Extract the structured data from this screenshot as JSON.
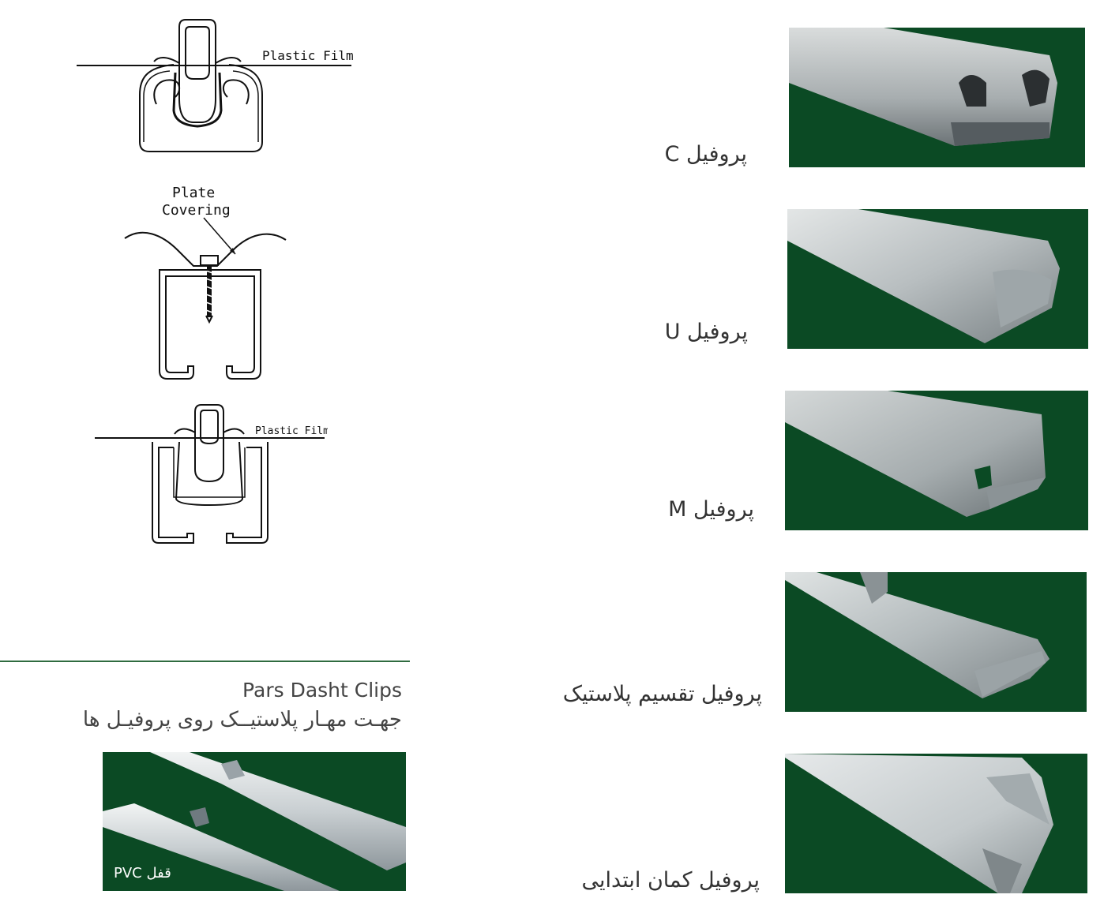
{
  "drawings": {
    "top_label": "Plastic Film",
    "middle_label_line1": "Plate",
    "middle_label_line2": "Covering",
    "bottom_label": "Plastic Film"
  },
  "profiles": [
    {
      "caption": "پروفیل C"
    },
    {
      "caption": "پروفیل U"
    },
    {
      "caption": "پروفیل M"
    },
    {
      "caption": "پروفیل  تقسیم پلاستیک"
    },
    {
      "caption": "پروفیل کمان ابتدایی"
    }
  ],
  "clips": {
    "title": "Pars Dasht Clips",
    "subtitle": "جهـت مهـار پلاستیــک روی پروفیـل ها",
    "photo_label": "قفل PVC"
  },
  "colors": {
    "photo_background": "#0b4a24",
    "divider": "#2f6b3f"
  }
}
